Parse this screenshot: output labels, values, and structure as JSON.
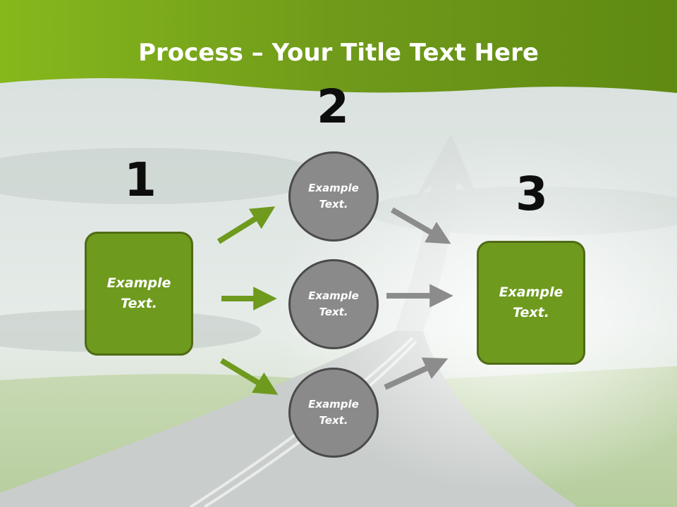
{
  "title": {
    "strong": "Process",
    "rest": " – Your Title Text Here"
  },
  "steps": [
    {
      "number": "1",
      "label": "Example\nText."
    },
    {
      "number": "2",
      "label": "Example\nText."
    },
    {
      "number": "3",
      "label": "Example\nText."
    }
  ],
  "middle_circles": [
    {
      "label": "Example\nText."
    },
    {
      "label": "Example\nText."
    },
    {
      "label": "Example\nText."
    }
  ],
  "colors": {
    "accent_green": "#6e9a1e",
    "box_border": "#4f6b16",
    "circle_fill": "#8a8a8a",
    "circle_border": "#4a4a4a",
    "arrow_green": "#6e9a1e",
    "arrow_gray": "#8c8c8c"
  }
}
